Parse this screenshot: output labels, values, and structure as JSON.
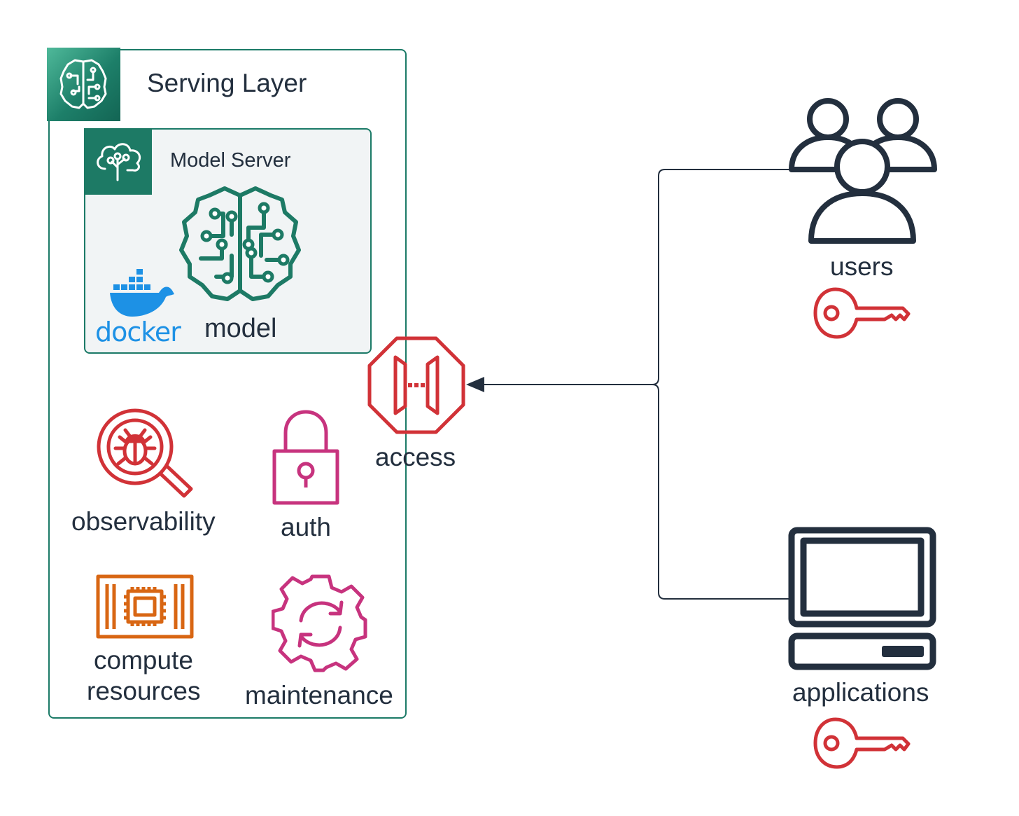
{
  "serving_layer": {
    "title": "Serving Layer"
  },
  "model_server": {
    "title": "Model Server",
    "docker_logo_text": "docker",
    "model_label": "model"
  },
  "components": {
    "observability": "observability",
    "auth": "auth",
    "compute_line1": "compute",
    "compute_line2": "resources",
    "maintenance": "maintenance"
  },
  "access": {
    "label": "access"
  },
  "clients": {
    "users": "users",
    "applications": "applications"
  },
  "colors": {
    "teal": "#1d7a65",
    "red": "#d13237",
    "pink": "#c7337e",
    "orange": "#d86613",
    "navy": "#232f3e",
    "docker_blue": "#1d91e5"
  },
  "icons": [
    "brain-chip-icon",
    "cloud-tree-icon",
    "docker-whale-icon",
    "bug-magnifier-icon",
    "padlock-icon",
    "chip-icon",
    "gear-sync-icon",
    "gateway-octagon-icon",
    "users-icon",
    "key-icon",
    "computer-icon"
  ]
}
